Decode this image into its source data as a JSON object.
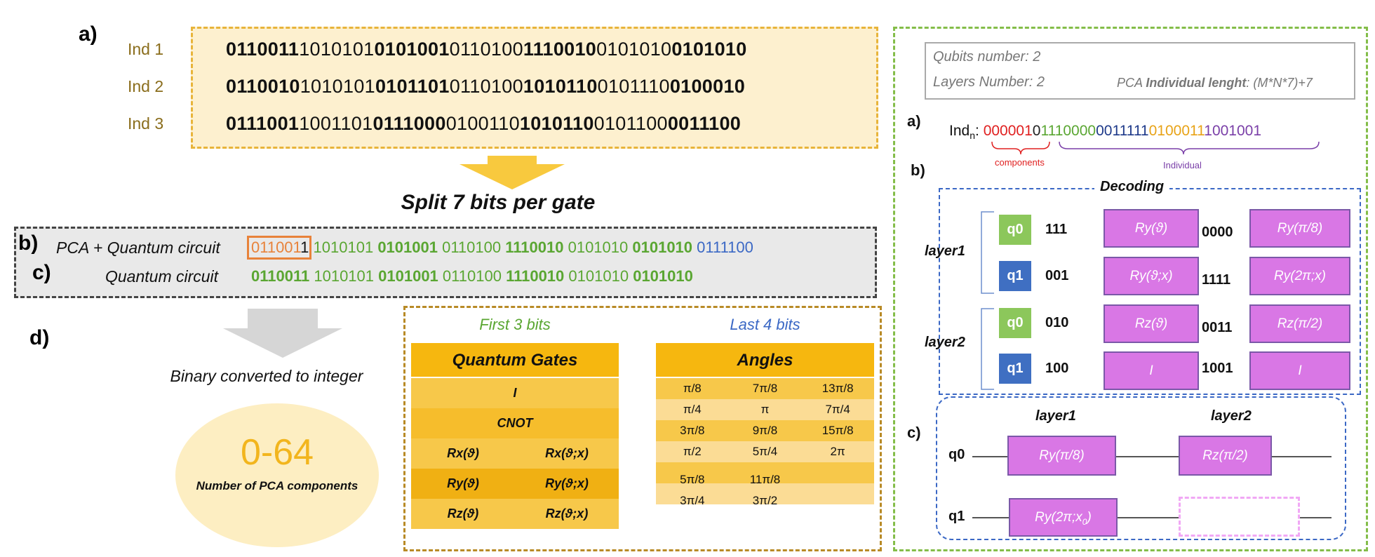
{
  "panel_a": {
    "label": "a)",
    "individuals": [
      {
        "name": "Ind 1",
        "segments": [
          "0110011",
          "1010101",
          "0101001",
          "0110100",
          "1110010",
          "0101010",
          "0101010"
        ]
      },
      {
        "name": "Ind 2",
        "segments": [
          "0110010",
          "1010101",
          "0101101",
          "0110100",
          "1010110",
          "0101110",
          "0100010"
        ]
      },
      {
        "name": "Ind 3",
        "segments": [
          "0111001",
          "1001101",
          "0111000",
          "0100110",
          "1010110",
          "0101100",
          "0011100"
        ]
      }
    ]
  },
  "split_title": "Split 7 bits per gate",
  "panel_b": {
    "label": "b)",
    "name": "PCA + Quantum circuit",
    "highlight": "011001",
    "rest": "1",
    "segments": [
      "1010101",
      "0101001",
      "0110100",
      "1110010",
      "0101010",
      "0101010",
      "0111100"
    ]
  },
  "panel_c": {
    "label": "c)",
    "name": "Quantum circuit",
    "segments": [
      "0110011",
      "1010101",
      "0101001",
      "0110100",
      "1110010",
      "0101010",
      "0101010"
    ]
  },
  "panel_d": {
    "label": "d)",
    "binary_text": "Binary converted to integer",
    "range": "0-64",
    "range_caption": "Number of PCA components",
    "first_caption": "First 3 bits",
    "last_caption": "Last 4 bits",
    "gates_header": "Quantum Gates",
    "gates_rows": [
      [
        "I"
      ],
      [
        "CNOT"
      ],
      [
        "Rx(ϑ)",
        "Rx(ϑ;x)"
      ],
      [
        "Ry(ϑ)",
        "Ry(ϑ;x)"
      ],
      [
        "Rz(ϑ)",
        "Rz(ϑ;x)"
      ]
    ],
    "angles_header": "Angles",
    "angles_rows": [
      [
        "π/8",
        "7π/8",
        "13π/8"
      ],
      [
        "π/4",
        "π",
        "7π/4"
      ],
      [
        "3π/8",
        "9π/8",
        "15π/8"
      ],
      [
        "π/2",
        "5π/4",
        "2π"
      ],
      [
        "5π/8",
        "11π/8",
        ""
      ],
      [
        "3π/4",
        "3π/2",
        ""
      ]
    ],
    "colors": {
      "caption_green": "#5aa632",
      "caption_blue": "#3b68c5",
      "table_gold": "#f6b70f"
    }
  },
  "right": {
    "info": {
      "qubits": "Qubits number: 2",
      "layers": "Layers Number: 2",
      "pca_prefix": "PCA ",
      "pca_bold": "Individual lenght",
      "pca_suffix": ": (M*N*7)+7"
    },
    "a_label": "a)",
    "ind_prefix": "Ind",
    "ind_sub": "n",
    "ind_colon": ":",
    "ind_parts": [
      {
        "text": "000001",
        "color": "#e02020"
      },
      {
        "text": "0",
        "color": "#222222"
      },
      {
        "text": "1110000",
        "color": "#5aa632"
      },
      {
        "text": "0011111",
        "color": "#1f3a8a"
      },
      {
        "text": "0100011",
        "color": "#e8a317"
      },
      {
        "text": "1001001",
        "color": "#7a3fa8"
      }
    ],
    "components_label": "components",
    "individual_label": "Individual",
    "b_label": "b)",
    "decoding_title": "Decoding",
    "layers": [
      {
        "name": "layer1",
        "rows": [
          {
            "q": "q0",
            "bits1": "111",
            "gate1": "Ry(ϑ)",
            "bits2": "0000",
            "gate2": "Ry(π/8)"
          },
          {
            "q": "q1",
            "bits1": "001",
            "gate1": "Ry(ϑ;x)",
            "bits2": "1111",
            "gate2": "Ry(2π;x)"
          }
        ]
      },
      {
        "name": "layer2",
        "rows": [
          {
            "q": "q0",
            "bits1": "010",
            "gate1": "Rz(ϑ)",
            "bits2": "0011",
            "gate2": "Rz(π/2)"
          },
          {
            "q": "q1",
            "bits1": "100",
            "gate1": "I",
            "bits2": "1001",
            "gate2": "I"
          }
        ]
      }
    ],
    "c_label": "c)",
    "circuit": {
      "layer1": "layer1",
      "layer2": "layer2",
      "q0": "q0",
      "q1": "q1",
      "q0_g1": "Ry(π/8)",
      "q0_g2": "Rz(π/2)",
      "q1_g1_main": "Ry(2π;x",
      "q1_g1_sub": "0",
      "q1_g1_close": ")"
    }
  }
}
